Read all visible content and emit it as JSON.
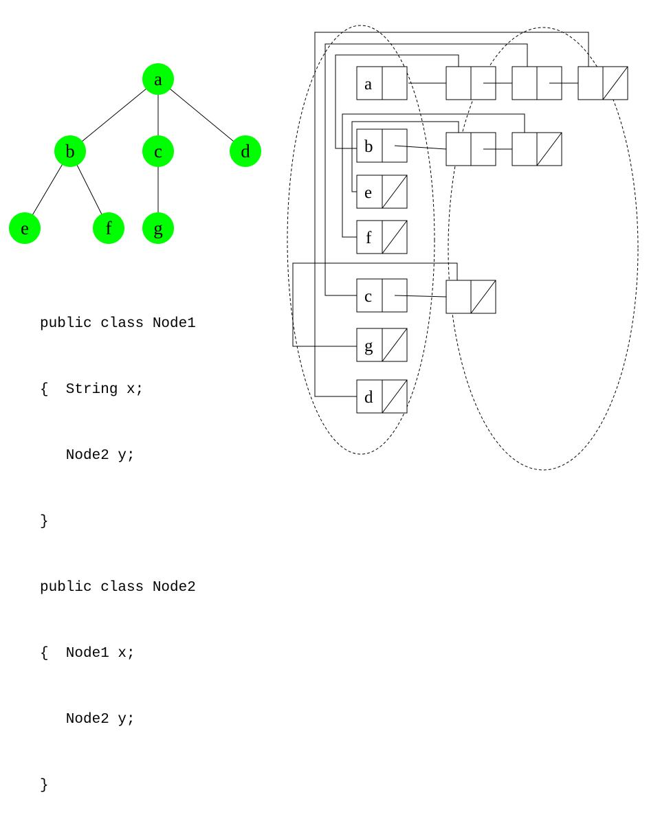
{
  "tree": {
    "nodes": {
      "a": "a",
      "b": "b",
      "c": "c",
      "d": "d",
      "e": "e",
      "f": "f",
      "g": "g"
    },
    "fill_color": "#00ff00",
    "edges": [
      [
        "a",
        "b"
      ],
      [
        "a",
        "c"
      ],
      [
        "a",
        "d"
      ],
      [
        "b",
        "e"
      ],
      [
        "b",
        "f"
      ],
      [
        "c",
        "g"
      ]
    ]
  },
  "code": {
    "lines": [
      "public class Node1",
      "{  String x;",
      "   Node2 y;",
      "}",
      "public class Node2",
      "{  Node1 x;",
      "   Node2 y;",
      "}"
    ]
  },
  "linked_structure": {
    "node1_boxes": [
      "a",
      "b",
      "e",
      "f",
      "c",
      "g",
      "d"
    ],
    "node2_lists": {
      "a": 3,
      "b": 2,
      "c": 1
    }
  }
}
